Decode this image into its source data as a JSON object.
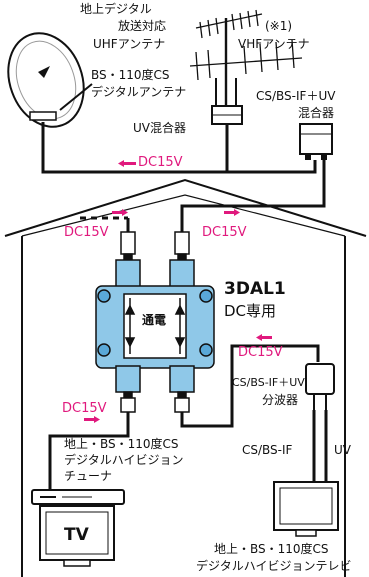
{
  "uhf_antenna": [
    "地上デジタル",
    "放送対応",
    "UHFアンテナ"
  ],
  "note_mark": "(※1)",
  "vhf_antenna": "VHFアンテナ",
  "bs_antenna": [
    "BS・110度CS",
    "デジタルアンテナ"
  ],
  "mixer_label": "CS/BS-IF＋UV",
  "mixer_label2": "混合器",
  "uv_mixer": "UV混合器",
  "dc15v": "DC15V",
  "model": "3DAL1",
  "dc_only": "DC専用",
  "pass_power": "通電",
  "splitter_label": "CS/BS-IF＋UV",
  "splitter_label2": "分波器",
  "tuner_label": [
    "地上・BS・110度CS",
    "デジタルハイビジョン",
    "チューナ"
  ],
  "cs_bs_if": "CS/BS-IF",
  "uv": "UV",
  "tv": "TV",
  "tv_label": [
    "地上・BS・110度CS",
    "デジタルハイビジョンテレビ"
  ],
  "colors": {
    "accent": "#e0197d",
    "device_fill": "#8fc8e8",
    "line": "#111111"
  }
}
